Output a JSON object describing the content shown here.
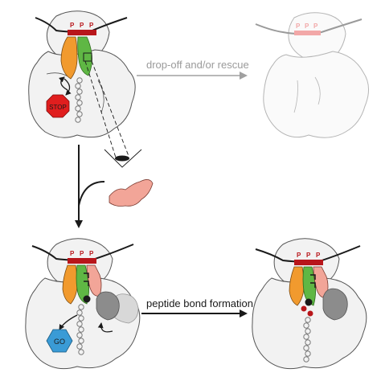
{
  "labels": {
    "dropoff": "drop-off and/or rescue",
    "peptide": "peptide bond formation",
    "stop": "STOP",
    "go": "GO"
  },
  "sites": {
    "top_left": [
      "P",
      "P",
      "P"
    ],
    "top_right": [
      "P",
      "P",
      "P"
    ],
    "bottom_left": [
      "P",
      "P",
      "P"
    ],
    "bottom_right": [
      "P",
      "P",
      "P"
    ]
  },
  "colors": {
    "stop_octagon": "#e01e1e",
    "go_hexagon": "#3a9bd6",
    "trna_orange": "#f19a2e",
    "trna_green": "#5fb744",
    "trna_pink": "#f2a598",
    "factor_gray": "#8c8c8c",
    "mrna_site": "#b8161b",
    "ribosome_fill": "#f2f2f2",
    "faded": "#b5b5b5"
  }
}
